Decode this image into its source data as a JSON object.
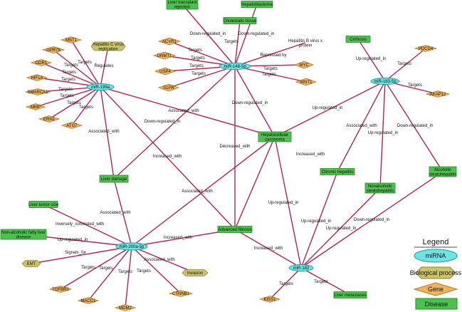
{
  "colors": {
    "edge": "#b5244f",
    "mirna_fill": "#6fe3e3",
    "mirna_stroke": "#1a9fa3",
    "disease_fill": "#4bc24b",
    "disease_stroke": "#2b8a2b",
    "gene_fill": "#f0b35c",
    "gene_stroke": "#b57a26",
    "process_fill": "#c9c36a",
    "process_stroke": "#8a8534"
  },
  "nodes": {
    "mir148": "miR-148-5p",
    "mir199": "miR-199a",
    "mir183": "miR-183-5p",
    "mir200": "miR-200a-5p",
    "mir182": "miR-182",
    "liver_transplant": "Liver transplant rejection",
    "hepatoblastoma": "Hepatoblastoma",
    "cholestatic": "Cholestatic tissue",
    "hbv": "Hepatitis B virus x protein",
    "acvr1": "ACVR1",
    "dnmt1": "DNMT1",
    "usp4": "USP4",
    "s1pr": "S1PR",
    "myc": "MYC",
    "wnt1": "WNT1",
    "mst1": "MST1",
    "hcv": "Hepatitis C virus replication",
    "gpr78": "GPR78",
    "ddr1": "DDR1",
    "hif1a": "HIF1A",
    "smarca": "SMARCA1",
    "mmp": "MMP",
    "ern1": "ERN1",
    "atg7": "ATG7",
    "cirrhosis": "Cirrhosis",
    "pdcd4": "PDCD4",
    "akap12": "AKAP12",
    "hcc": "Hepatocellular carcinoma",
    "liver_damage": "Liver damage",
    "chronic_hep": "Chronic hepatitis",
    "nash": "Nonalcoholic steatohepatitis",
    "alc_steat": "Alcoholic steatohepatitis",
    "liver_tumor": "Liver tumor size",
    "nafld": "Non-alcoholic fatty liver disease",
    "adv_fibrosis": "Advanced fibrosis",
    "emt": "EMT",
    "tgfbr2": "TGFBR2",
    "macc1": "MACC1",
    "mdm2": "MDM2",
    "ctnnb1": "CTNNB1",
    "invasion": "Invasion",
    "kiss1": "KISS1",
    "liver_meta": "Liver metastases"
  },
  "edge_labels": {
    "down_regulated_in": "Down-regulated_in",
    "up_regulated_in": "Up-regulated_in",
    "targets": "Targets",
    "regulates": "Regulates",
    "associated_with": "Associated_with",
    "increased_with": "Increased_with",
    "decreased_with": "Decreased_with",
    "repressed_by": "Repressed by",
    "inversely_correlated_with": "Inversely_correlated_with",
    "signals_for": "Signals_for"
  },
  "legend": {
    "title": "Legend",
    "mirna": "miRNA",
    "process": "Biological process",
    "gene": "Gene",
    "disease": "Disease"
  }
}
